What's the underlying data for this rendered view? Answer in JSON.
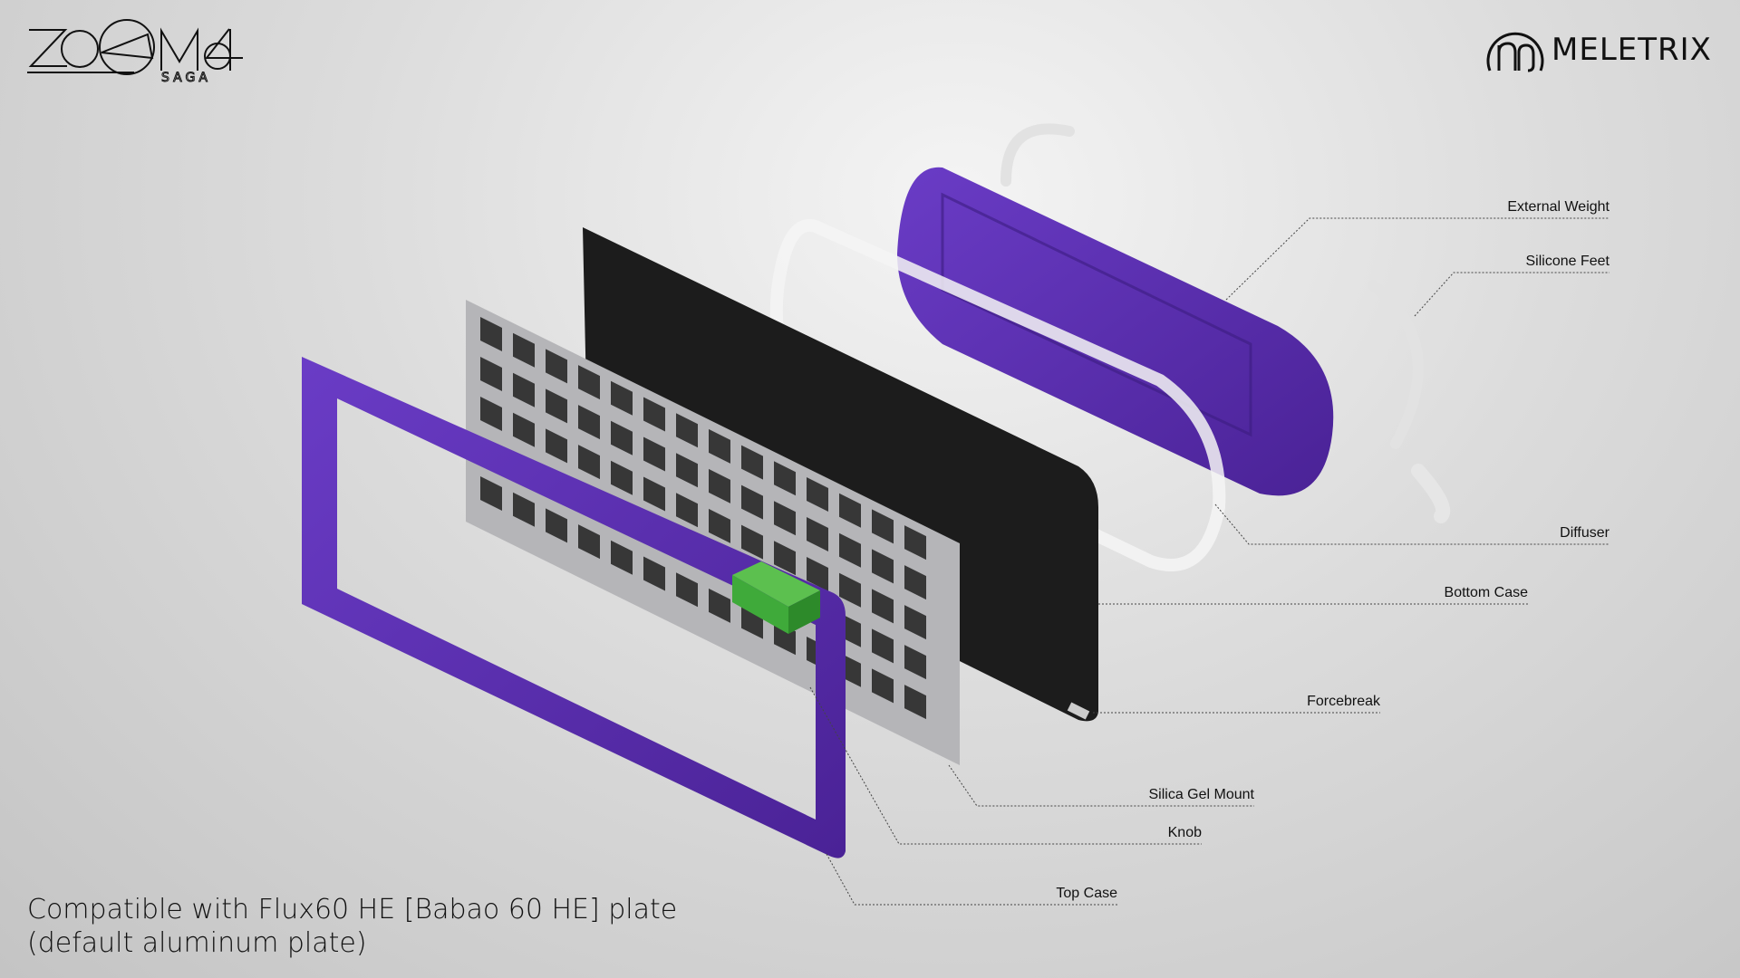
{
  "brand": {
    "left_logo": "ZOOM64 SAGA",
    "right_logo": "MELETRIX"
  },
  "labels": {
    "external_weight": "External Weight",
    "silicone_feet": "Silicone Feet",
    "diffuser": "Diffuser",
    "bottom_case": "Bottom Case",
    "forcebreak": "Forcebreak",
    "silica_gel_mount": "Silica Gel Mount",
    "knob": "Knob",
    "top_case": "Top Case"
  },
  "caption": {
    "line1": "Compatible with Flux60 HE [Babao 60 HE] plate",
    "line2": "(default aluminum plate)"
  },
  "colors": {
    "case": "#5a2fb0",
    "knob": "#3faa3a",
    "bottom_case": "#1c1c1c",
    "plate": "#b5b5b8"
  }
}
